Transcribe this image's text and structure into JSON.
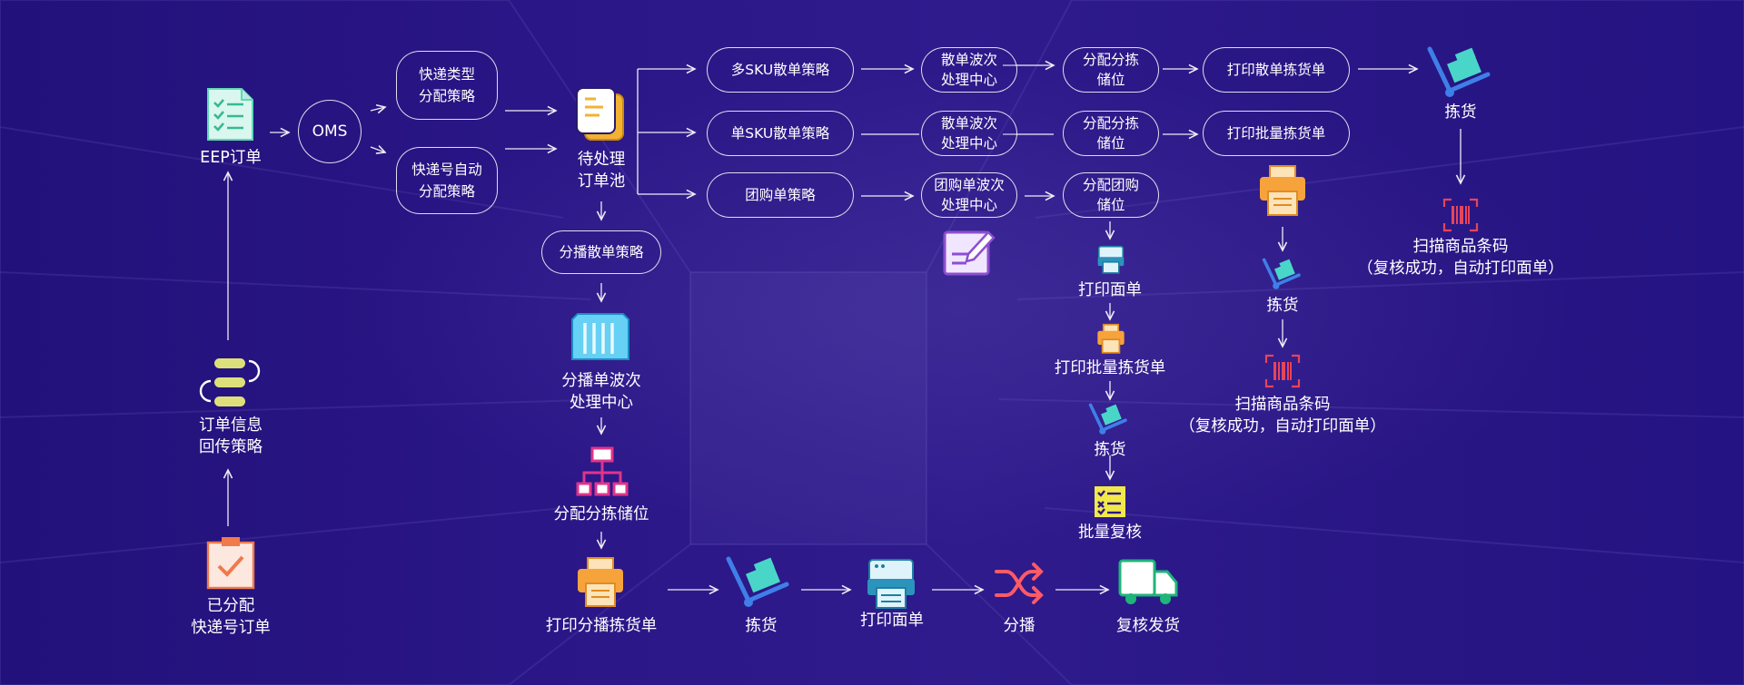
{
  "labels": {
    "eep_order": "EEP订单",
    "order_info_return": "订单信息\n回传策略",
    "assigned_order": "已分配\n快递号订单",
    "pending_pool": "待处理\n订单池",
    "seed_wave_center": "分播单波次\n处理中心",
    "seed_assign_location": "分配分拣储位",
    "seed_print_pick": "打印分播拣货单",
    "seed_pick": "拣货",
    "seed_print_waybill": "打印面单",
    "seed_sort": "分播",
    "seed_ship": "复核发货",
    "top_pick": "拣货",
    "top_scan": "扫描商品条码\n（复核成功，自动打印面单）",
    "mid_pick": "拣货",
    "mid_scan": "扫描商品条码\n（复核成功，自动打印面单）",
    "grp_print_waybill": "打印面单",
    "grp_print_batch": "打印批量拣货单",
    "grp_pick": "拣货",
    "grp_batch_review": "批量复核"
  },
  "boxes": {
    "oms": "OMS",
    "express_type": "快递类型\n分配策略",
    "express_no_auto": "快递号自动\n分配策略",
    "multi_sku": "多SKU散单策略",
    "single_sku": "单SKU散单策略",
    "group_buy": "团购单策略",
    "seed_strategy": "分播散单策略",
    "scatter_wave_1": "散单波次\n处理中心",
    "scatter_wave_2": "散单波次\n处理中心",
    "group_wave": "团购单波次\n处理中心",
    "assign_loc_1": "分配分拣\n储位",
    "assign_loc_2": "分配分拣\n储位",
    "assign_group_loc": "分配团购\n储位",
    "print_scatter_pick": "打印散单拣货单",
    "print_batch_pick": "打印批量拣货单"
  },
  "colors": {
    "background": "#2a1686",
    "line": "#ffffff",
    "doc_green": "#5fd9b5",
    "printer_orange": "#f6a33c",
    "cart_blue": "#3f7fe8",
    "cart_teal": "#49d6c8",
    "barcode_red": "#e8445a",
    "clipboard_orange": "#f07a4a",
    "container_cyan": "#66d0f5",
    "tree_magenta": "#e0348c",
    "shuffle_red": "#ff5a66",
    "truck_green": "#1fb57a",
    "checklist_yellow": "#f2e84a",
    "edit_purple": "#8c4fd0",
    "database_yellow": "#dde07a"
  },
  "icons": [
    "order-doc-icon",
    "database-icon",
    "clipboard-check-icon",
    "document-stack-icon",
    "container-icon",
    "org-tree-icon",
    "printer-icon",
    "cart-icon",
    "shuffle-icon",
    "truck-icon",
    "barcode-scan-icon",
    "edit-doc-icon",
    "checklist-icon"
  ]
}
